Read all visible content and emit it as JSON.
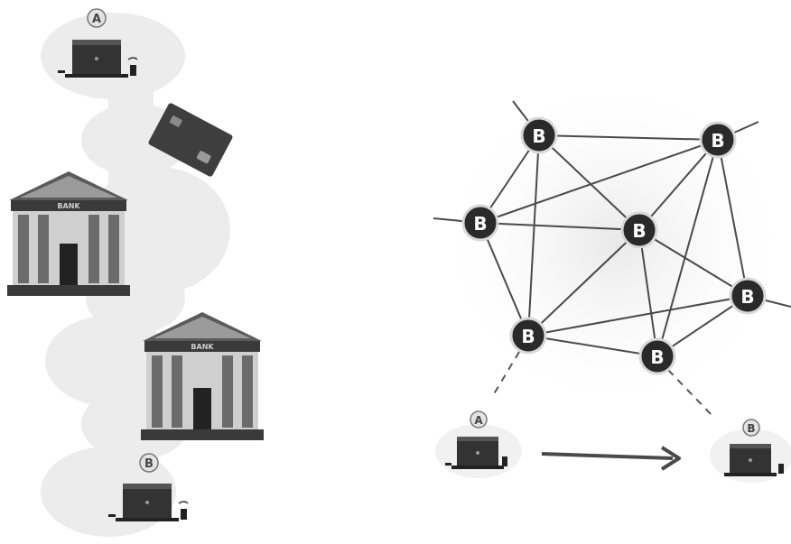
{
  "traditional": {
    "sender_label": "A",
    "receiver_label": "B",
    "bank_sign_1": "BANK",
    "bank_sign_2": "BANK"
  },
  "network": {
    "node_symbol": "B",
    "sender_label": "A",
    "receiver_label": "B"
  },
  "colors": {
    "node_fill": "#2a2a2a",
    "node_ring": "#d8d8d8",
    "edge": "#4a4a4a",
    "card": "#3e3e3e",
    "blob": "#ececec",
    "bank_stone": "#cfcfcf",
    "bank_dark": "#3a3a3a",
    "screen": "#333333"
  }
}
